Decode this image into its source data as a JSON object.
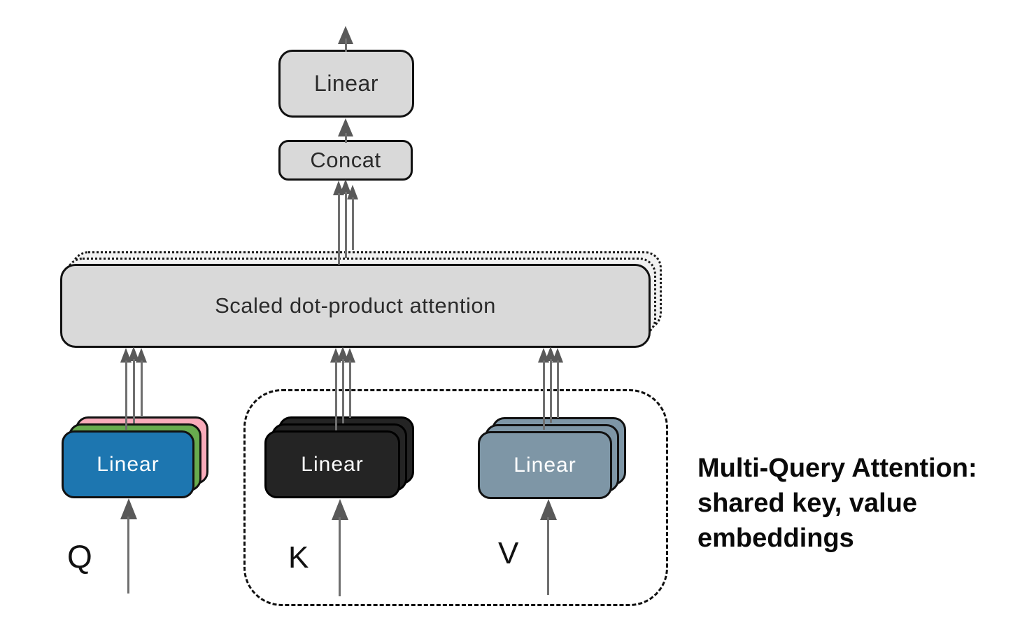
{
  "palette": {
    "box-fill": "#d9d9d9",
    "box-border": "#111111",
    "dot-border": "#1a1a1a",
    "dotted-fill": "#f1f1f1",
    "arrow": "#6f6f6f",
    "arrow-head": "#595959",
    "text-dark": "#2b2b2b",
    "text-light": "#ffffff",
    "query-blue": "#1d76b0",
    "query-green": "#68ab4e",
    "query-pink": "#f9abba",
    "key-black": "#242424",
    "value-slate": "#7e96a6",
    "caption-text": "#0a0a0a",
    "input-label-text": "#111111"
  },
  "blocks": {
    "output_linear": {
      "label": "Linear"
    },
    "concat": {
      "label": "Concat"
    },
    "attention": {
      "label": "Scaled dot-product attention"
    },
    "query_linear": {
      "label": "Linear"
    },
    "key_linear": {
      "label": "Linear"
    },
    "value_linear": {
      "label": "Linear"
    }
  },
  "inputs": {
    "query": "Q",
    "key": "K",
    "value": "V"
  },
  "caption": {
    "line1": "Multi-Query Attention:",
    "line2": "shared key, value",
    "line3": "embeddings"
  }
}
